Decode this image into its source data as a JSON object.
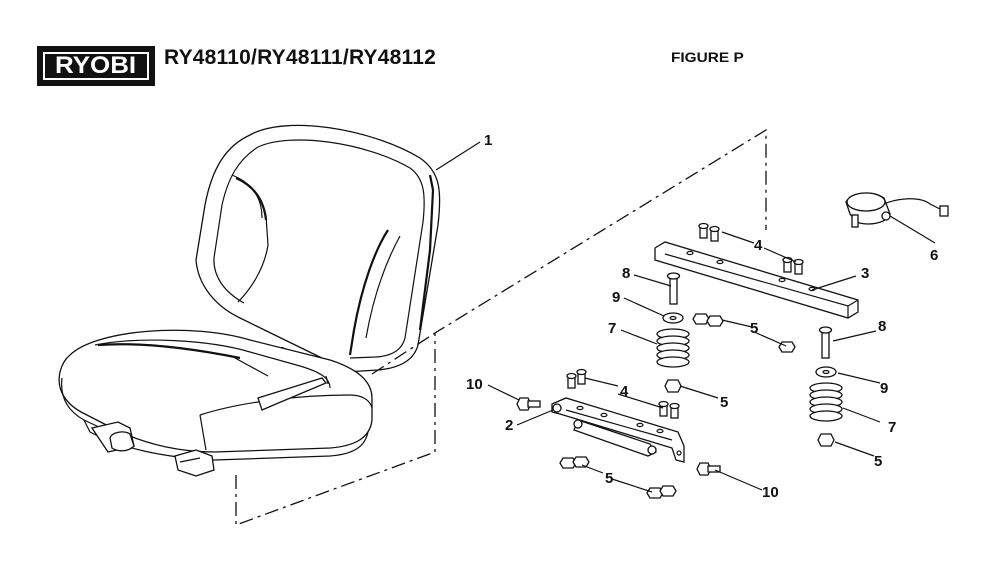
{
  "header": {
    "brand": "RYOBI",
    "model_numbers": "RY48110/RY48111/RY48112",
    "figure_label": "FIGURE P"
  },
  "icons": {
    "logo": "ryobi-logo"
  },
  "callouts": [
    {
      "id": "c1",
      "label": "1"
    },
    {
      "id": "c2",
      "label": "2"
    },
    {
      "id": "c3",
      "label": "3"
    },
    {
      "id": "c4a",
      "label": "4"
    },
    {
      "id": "c4b",
      "label": "4"
    },
    {
      "id": "c5a",
      "label": "5"
    },
    {
      "id": "c5b",
      "label": "5"
    },
    {
      "id": "c5c",
      "label": "5"
    },
    {
      "id": "c5d",
      "label": "5"
    },
    {
      "id": "c6",
      "label": "6"
    },
    {
      "id": "c7a",
      "label": "7"
    },
    {
      "id": "c7b",
      "label": "7"
    },
    {
      "id": "c8a",
      "label": "8"
    },
    {
      "id": "c8b",
      "label": "8"
    },
    {
      "id": "c9a",
      "label": "9"
    },
    {
      "id": "c9b",
      "label": "9"
    },
    {
      "id": "c10a",
      "label": "10"
    },
    {
      "id": "c10b",
      "label": "10"
    }
  ]
}
